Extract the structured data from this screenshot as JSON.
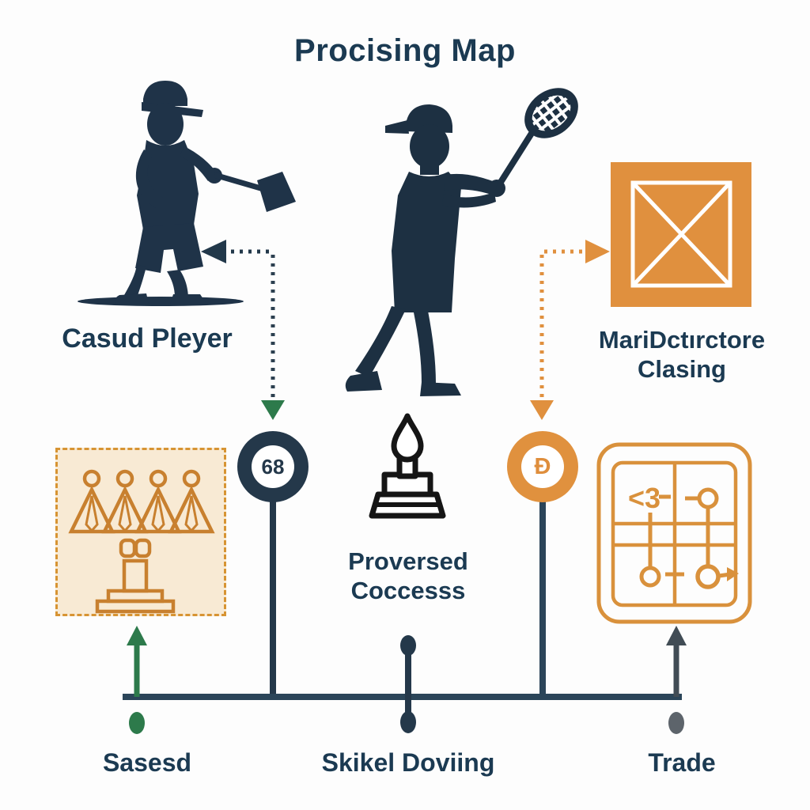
{
  "title": "Procising Map",
  "labels": {
    "casual_player": "Casud Pleyer",
    "manufacturer_line1": "MariDctırctore",
    "manufacturer_line2": "Clasing",
    "process_line1": "Proversed",
    "process_line2": "Coccesss"
  },
  "badges": {
    "left_value": "68",
    "right_value": "Ð"
  },
  "timeline": {
    "items": [
      {
        "label": "Sasesd",
        "marker_color": "#2d7a4b"
      },
      {
        "label": "Skikel Doviing",
        "marker_color": "#2b4559"
      },
      {
        "label": "Trade",
        "marker_color": "#5d646b"
      }
    ]
  },
  "right_box": {
    "glyph": "<3"
  },
  "icons": {
    "left_figure": "badminton-player-casual",
    "center_figure": "badminton-player-skilled",
    "top_right": "crossed-square",
    "bottom_left": "team-figures-podium",
    "center": "candle-cake",
    "bottom_right": "flowchart-grid"
  },
  "colors": {
    "silhouette_navy": "#1f3348",
    "text_navy": "#1b3a52",
    "timeline_slate": "#2b4559",
    "accent_orange": "#e0903e",
    "box_cream": "#f8ead4",
    "figure_orange": "#c8802f",
    "green": "#2d7a4b",
    "gray": "#5d646b",
    "icon_black": "#151515"
  }
}
